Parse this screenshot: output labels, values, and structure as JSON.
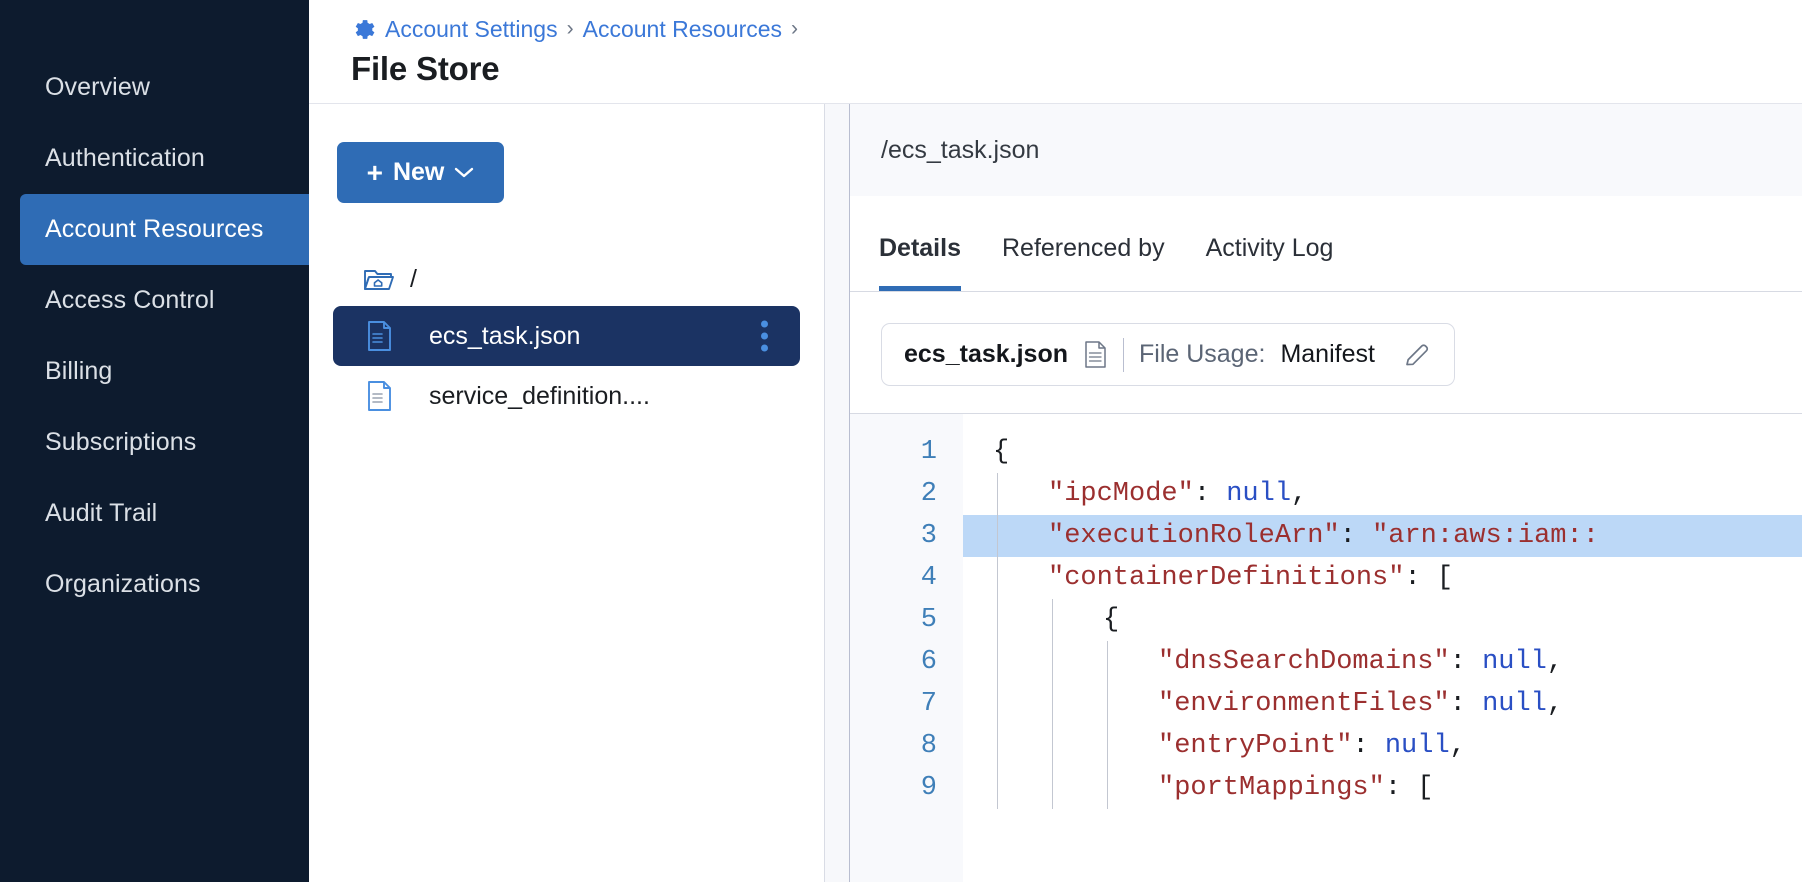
{
  "sidebar": {
    "items": [
      {
        "label": "Overview",
        "active": false
      },
      {
        "label": "Authentication",
        "active": false
      },
      {
        "label": "Account Resources",
        "active": true
      },
      {
        "label": "Access Control",
        "active": false
      },
      {
        "label": "Billing",
        "active": false
      },
      {
        "label": "Subscriptions",
        "active": false
      },
      {
        "label": "Audit Trail",
        "active": false
      },
      {
        "label": "Organizations",
        "active": false
      }
    ]
  },
  "header": {
    "breadcrumb": [
      {
        "label": "Account Settings",
        "link": true
      },
      {
        "label": "Account Resources",
        "link": true
      }
    ],
    "separator": "›",
    "gear_icon": "gear-icon",
    "title": "File Store"
  },
  "tree_pane": {
    "new_button": {
      "label": "New",
      "plus": "+",
      "chevron": "chevron-down-icon"
    },
    "root": {
      "label": "/",
      "icon": "folder-home-icon"
    },
    "files": [
      {
        "label": "ecs_task.json",
        "icon": "file-icon",
        "selected": true,
        "menu": "kebab-menu-icon"
      },
      {
        "label": "service_definition....",
        "icon": "file-icon",
        "selected": false
      }
    ]
  },
  "detail_pane": {
    "path": "/ecs_task.json",
    "tabs": [
      {
        "label": "Details",
        "active": true
      },
      {
        "label": "Referenced by",
        "active": false
      },
      {
        "label": "Activity Log",
        "active": false
      }
    ],
    "usage": {
      "file_name": "ecs_task.json",
      "file_icon": "document-icon",
      "label": "File Usage:",
      "value": "Manifest",
      "edit_icon": "pencil-icon"
    },
    "editor": {
      "line_numbers": [
        "1",
        "2",
        "3",
        "4",
        "5",
        "6",
        "7",
        "8",
        "9"
      ],
      "highlighted_line": 3,
      "lines": [
        {
          "n": 1,
          "indent": 0,
          "parts": [
            {
              "t": "punc",
              "v": "{"
            }
          ]
        },
        {
          "n": 2,
          "indent": 1,
          "parts": [
            {
              "t": "key",
              "v": "\"ipcMode\""
            },
            {
              "t": "punc",
              "v": ": "
            },
            {
              "t": "null",
              "v": "null"
            },
            {
              "t": "punc",
              "v": ","
            }
          ]
        },
        {
          "n": 3,
          "indent": 1,
          "parts": [
            {
              "t": "key",
              "v": "\"executionRoleArn\""
            },
            {
              "t": "punc",
              "v": ": "
            },
            {
              "t": "str",
              "v": "\"arn:aws:iam::"
            }
          ]
        },
        {
          "n": 4,
          "indent": 1,
          "parts": [
            {
              "t": "key",
              "v": "\"containerDefinitions\""
            },
            {
              "t": "punc",
              "v": ": ["
            }
          ]
        },
        {
          "n": 5,
          "indent": 2,
          "parts": [
            {
              "t": "punc",
              "v": "{"
            }
          ]
        },
        {
          "n": 6,
          "indent": 3,
          "parts": [
            {
              "t": "key",
              "v": "\"dnsSearchDomains\""
            },
            {
              "t": "punc",
              "v": ": "
            },
            {
              "t": "null",
              "v": "null"
            },
            {
              "t": "punc",
              "v": ","
            }
          ]
        },
        {
          "n": 7,
          "indent": 3,
          "parts": [
            {
              "t": "key",
              "v": "\"environmentFiles\""
            },
            {
              "t": "punc",
              "v": ": "
            },
            {
              "t": "null",
              "v": "null"
            },
            {
              "t": "punc",
              "v": ","
            }
          ]
        },
        {
          "n": 8,
          "indent": 3,
          "parts": [
            {
              "t": "key",
              "v": "\"entryPoint\""
            },
            {
              "t": "punc",
              "v": ": "
            },
            {
              "t": "null",
              "v": "null"
            },
            {
              "t": "punc",
              "v": ","
            }
          ]
        },
        {
          "n": 9,
          "indent": 3,
          "parts": [
            {
              "t": "key",
              "v": "\"portMappings\""
            },
            {
              "t": "punc",
              "v": ": ["
            }
          ]
        }
      ]
    }
  },
  "colors": {
    "sidebar_bg": "#0d1b2e",
    "accent_blue": "#2f6cb5",
    "selected_row": "#1b3363",
    "link_blue": "#3b78d8",
    "code_key": "#9b2f2f",
    "code_null": "#2a4fc4",
    "highlight_line": "#bcd8f7"
  }
}
